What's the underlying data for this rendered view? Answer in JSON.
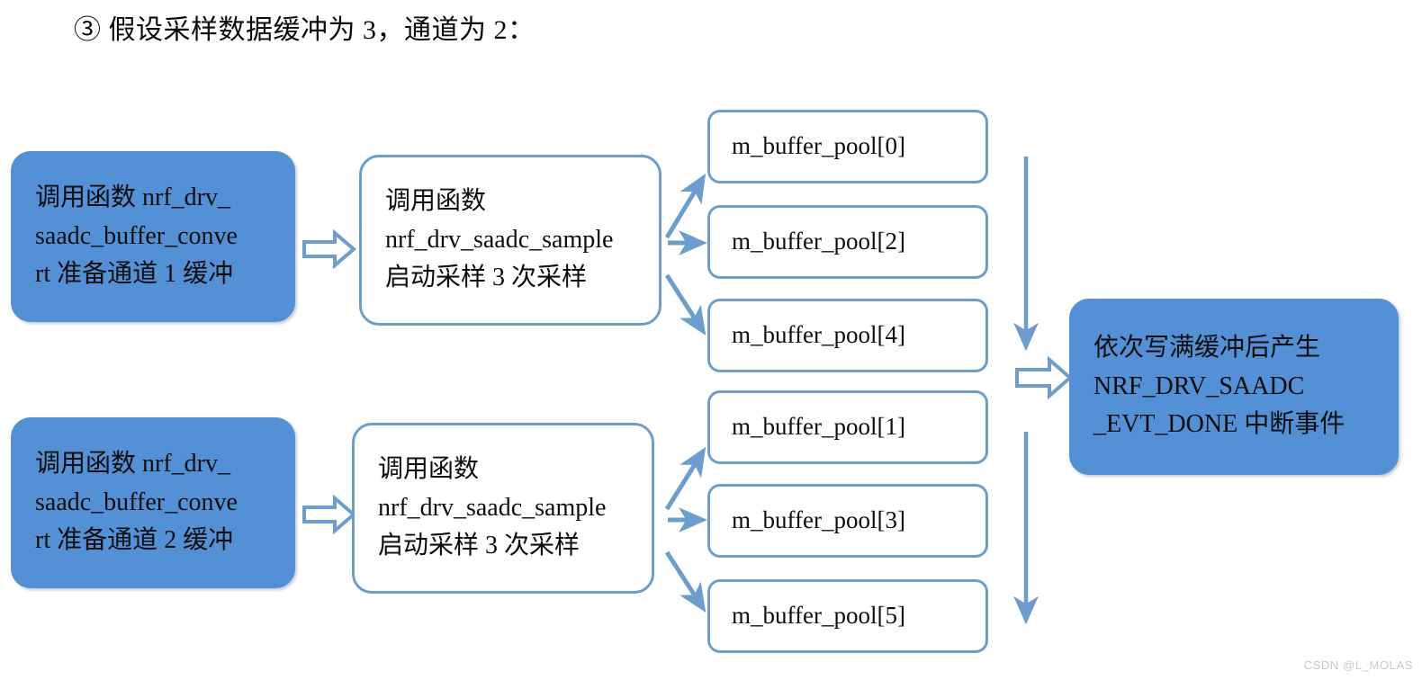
{
  "page": {
    "title": "③  假设采样数据缓冲为 3，通道为 2：",
    "watermark": "CSDN @L_MOLAS",
    "background": "#ffffff"
  },
  "colors": {
    "fill_blue": "#5490d6",
    "border_blue": "#6d9ecb",
    "arrow_blue": "#6d9ecb",
    "text": "#0d0d0d",
    "watermark": "#c9c9c9"
  },
  "diagram": {
    "type": "flowchart",
    "rows": [
      {
        "id": "channel-1",
        "prepare": {
          "lines": [
            "调用函数 nrf_drv_",
            "saadc_buffer_conve",
            "rt 准备通道 1 缓冲"
          ],
          "style": "filled"
        },
        "sample": {
          "lines": [
            "调用函数",
            "nrf_drv_saadc_sample",
            "启动采样 3 次采样"
          ],
          "style": "outline"
        },
        "buffers": [
          "m_buffer_pool[0]",
          "m_buffer_pool[2]",
          "m_buffer_pool[4]"
        ]
      },
      {
        "id": "channel-2",
        "prepare": {
          "lines": [
            "调用函数 nrf_drv_",
            "saadc_buffer_conve",
            "rt 准备通道 2 缓冲"
          ],
          "style": "filled"
        },
        "sample": {
          "lines": [
            "调用函数",
            "nrf_drv_saadc_sample",
            "启动采样 3 次采样"
          ],
          "style": "outline"
        },
        "buffers": [
          "m_buffer_pool[1]",
          "m_buffer_pool[3]",
          "m_buffer_pool[5]"
        ]
      }
    ],
    "result": {
      "lines": [
        "依次写满缓冲后产生",
        "NRF_DRV_SAADC",
        "_EVT_DONE 中断事件"
      ],
      "style": "filled"
    },
    "connectors": [
      {
        "name": "prepare-to-sample-1",
        "kind": "block-arrow",
        "direction": "right"
      },
      {
        "name": "prepare-to-sample-2",
        "kind": "block-arrow",
        "direction": "right"
      },
      {
        "name": "sample-to-buffers-1",
        "kind": "thin-arrows",
        "directions": [
          "up-right",
          "right",
          "down-right"
        ]
      },
      {
        "name": "sample-to-buffers-2",
        "kind": "thin-arrows",
        "directions": [
          "up-right",
          "right",
          "down-right"
        ]
      },
      {
        "name": "buffers-down-1",
        "kind": "thin-arrow",
        "direction": "down"
      },
      {
        "name": "buffers-down-2",
        "kind": "thin-arrow",
        "direction": "down"
      },
      {
        "name": "buffers-to-result",
        "kind": "block-arrow",
        "direction": "right"
      }
    ]
  }
}
